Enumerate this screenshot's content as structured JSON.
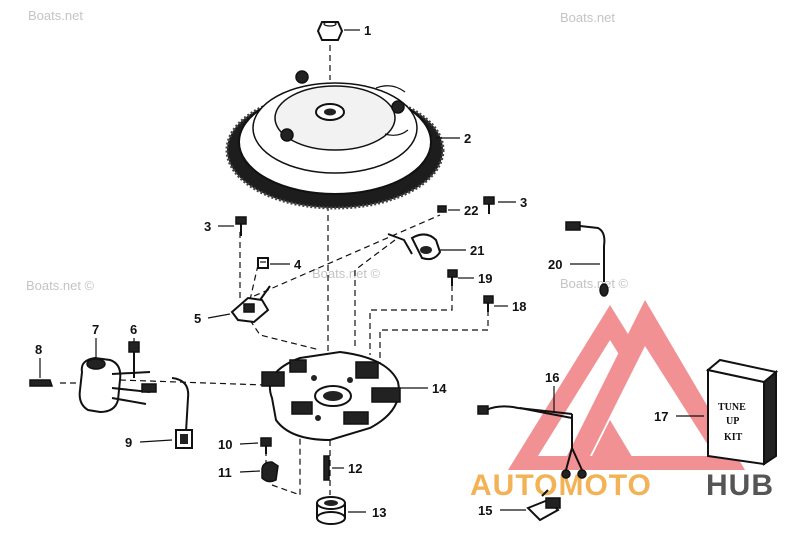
{
  "watermark": {
    "text": "Boats.net",
    "text_copyright": "Boats.net ©"
  },
  "brand": {
    "part1": "AUTOMOTO",
    "part2": "HUB",
    "color_part1": "#f2b255",
    "color_part2": "#555555",
    "triangle_color": "#e8383e"
  },
  "kit_box": {
    "line1": "TUNE",
    "line2": "UP",
    "line3": "KIT"
  },
  "callouts": [
    {
      "id": "c1",
      "label": "1"
    },
    {
      "id": "c2",
      "label": "2"
    },
    {
      "id": "c3a",
      "label": "3"
    },
    {
      "id": "c3b",
      "label": "3"
    },
    {
      "id": "c4",
      "label": "4"
    },
    {
      "id": "c5",
      "label": "5"
    },
    {
      "id": "c6",
      "label": "6"
    },
    {
      "id": "c7",
      "label": "7"
    },
    {
      "id": "c8",
      "label": "8"
    },
    {
      "id": "c9",
      "label": "9"
    },
    {
      "id": "c10",
      "label": "10"
    },
    {
      "id": "c11",
      "label": "11"
    },
    {
      "id": "c12",
      "label": "12"
    },
    {
      "id": "c13",
      "label": "13"
    },
    {
      "id": "c14",
      "label": "14"
    },
    {
      "id": "c15",
      "label": "15"
    },
    {
      "id": "c16",
      "label": "16"
    },
    {
      "id": "c17",
      "label": "17"
    },
    {
      "id": "c18",
      "label": "18"
    },
    {
      "id": "c19",
      "label": "19"
    },
    {
      "id": "c20",
      "label": "20"
    },
    {
      "id": "c21",
      "label": "21"
    },
    {
      "id": "c22",
      "label": "22"
    }
  ]
}
